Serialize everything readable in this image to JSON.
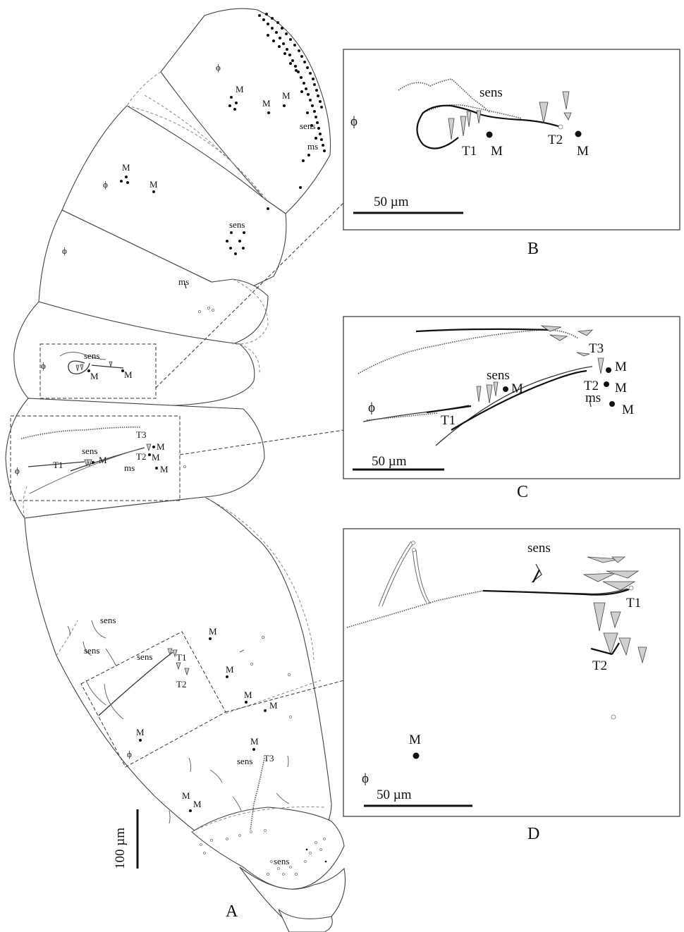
{
  "panels": {
    "A": {
      "letter": "A",
      "scale_label": "100 µm"
    },
    "B": {
      "letter": "B",
      "scale_label": "50 µm"
    },
    "C": {
      "letter": "C",
      "scale_label": "50 µm"
    },
    "D": {
      "letter": "D",
      "scale_label": "50 µm"
    }
  },
  "labels": {
    "M": "M",
    "sens": "sens",
    "ms": "ms",
    "T1": "T1",
    "T2": "T2",
    "T3": "T3"
  }
}
